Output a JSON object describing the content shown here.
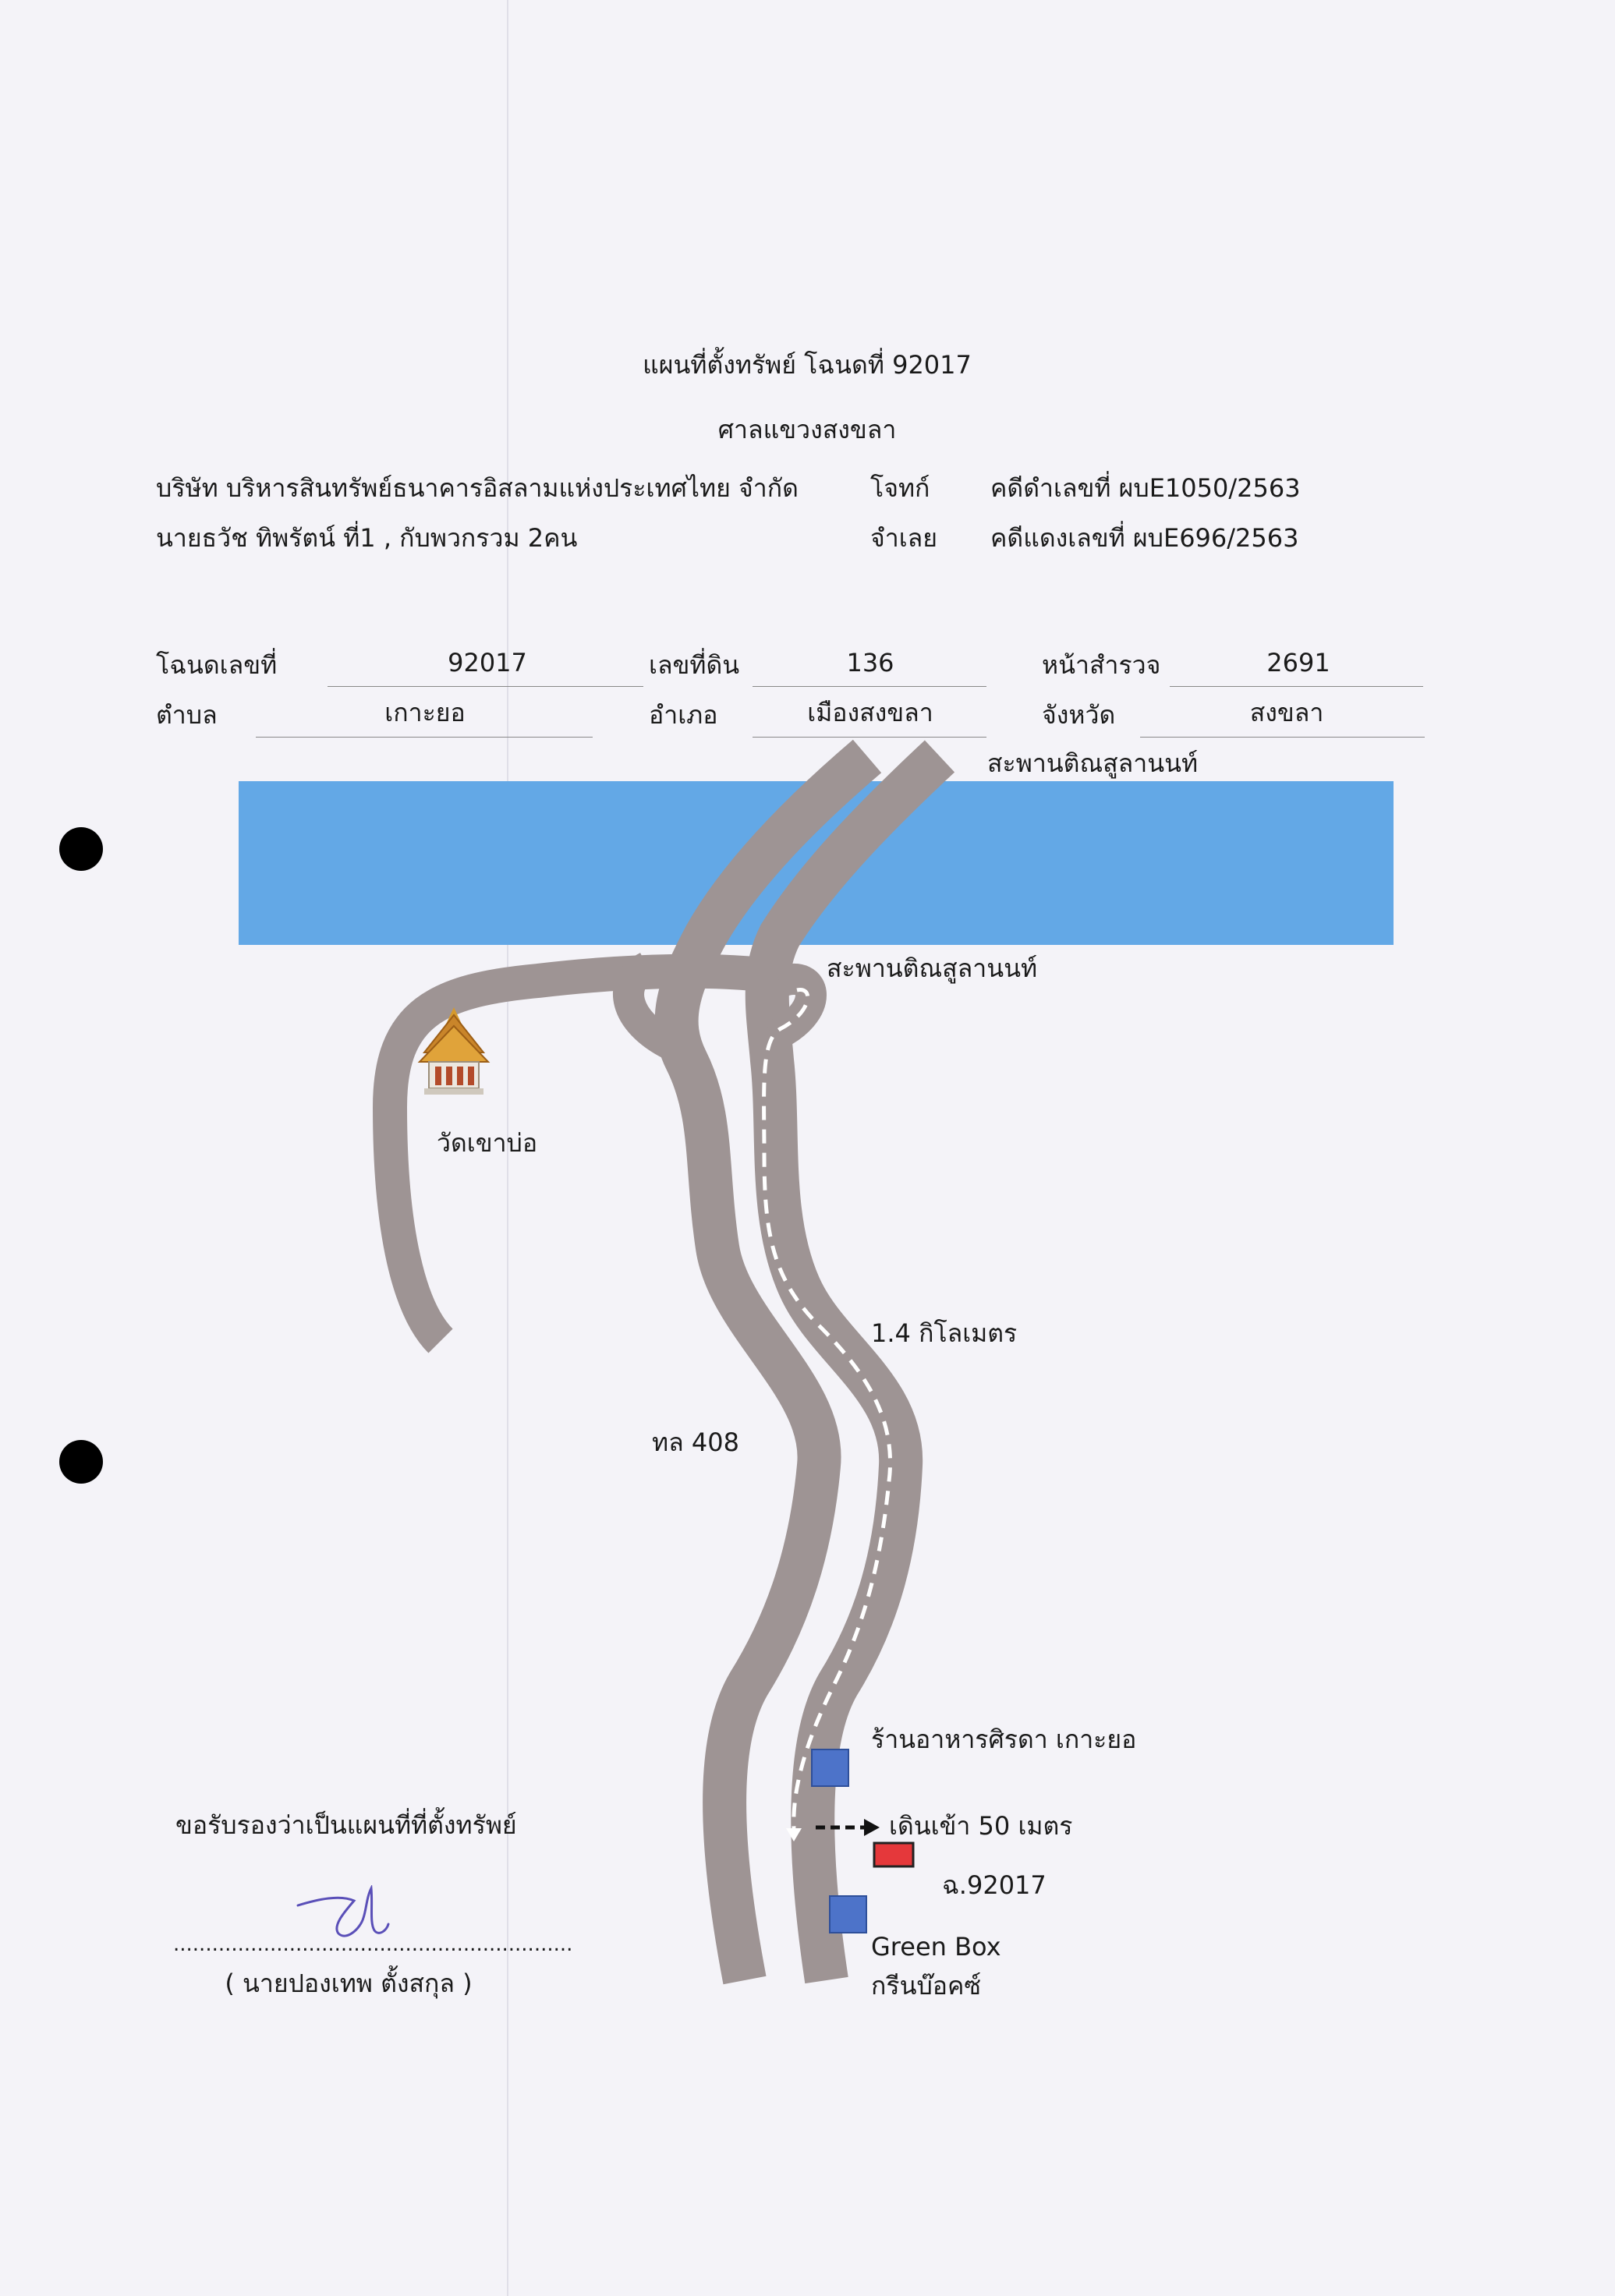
{
  "header": {
    "title": "แผนที่ตั้งทรัพย์ โฉนดที่ 92017",
    "court": "ศาลแขวงสงขลา",
    "plaintiff_name": "บริษัท บริหารสินทรัพย์ธนาคารอิสลามแห่งประเทศไทย จำกัด",
    "plaintiff_role": "โจทก์",
    "case_black": "คดีดำเลขที่ ผบE1050/2563",
    "defendant_name": "นายธวัช ทิพรัตน์ ที่1 , กับพวกรวม 2คน",
    "defendant_role": "จำเลย",
    "case_red": "คดีแดงเลขที่ ผบE696/2563"
  },
  "deed": {
    "deed_no_label": "โฉนดเลขที่",
    "deed_no": "92017",
    "land_no_label": "เลขที่ดิน",
    "land_no": "136",
    "survey_label": "หน้าสำรวจ",
    "survey_no": "2691",
    "subdistrict_label": "ตำบล",
    "subdistrict": "เกาะยอ",
    "district_label": "อำเภอ",
    "district": "เมืองสงขลา",
    "province_label": "จังหวัด",
    "province": "สงขลา"
  },
  "map": {
    "bridge_label_top": "สะพานติณสูลานนท์",
    "bridge_label_bottom": "สะพานติณสูลานนท์",
    "temple_label": "วัดเขาบ่อ",
    "distance_label": "1.4 กิโลเมตร",
    "highway_label": "ทล 408",
    "restaurant_label": "ร้านอาหารศิรดา เกาะยอ",
    "walk_label": "เดินเข้า 50 เมตร",
    "property_label": "ฉ.92017",
    "greenbox_label_en": "Green Box",
    "greenbox_label_th": "กรีนบ๊อคซ์",
    "colors": {
      "water": "#63a8e6",
      "road": "#9e9494",
      "landmark": "#4d73c9",
      "property": "#e5383b"
    }
  },
  "certification": {
    "text": "ขอรับรองว่าเป็นแผนที่ที่ตั้งทรัพย์",
    "dots": "..............................................................",
    "signer": "( นายปองเทพ  ตั้งสกุล )"
  }
}
